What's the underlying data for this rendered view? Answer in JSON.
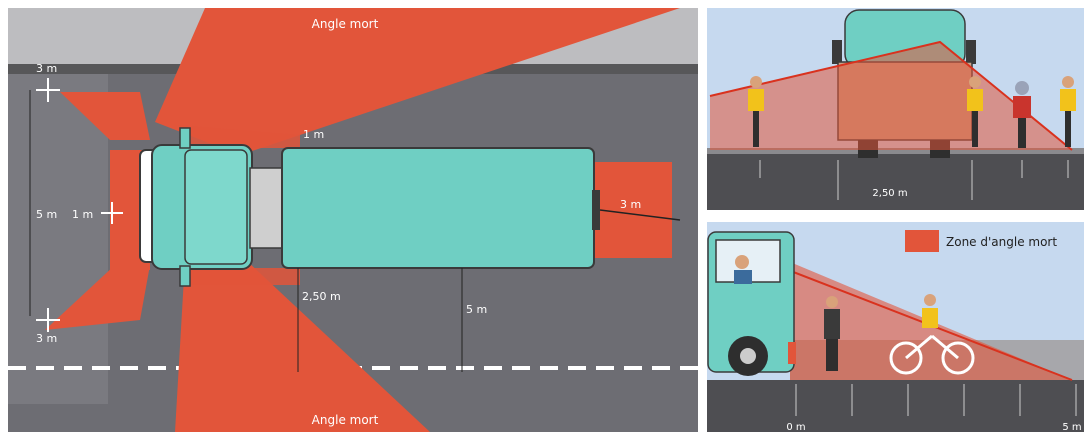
{
  "top_view": {
    "blind_top": "Angle mort",
    "blind_bottom": "Angle mort",
    "m_top_left": "3 m",
    "m_bottom_left": "3 m",
    "m_left_5": "5 m",
    "m_left_1": "1 m",
    "m_side_1": "1 m",
    "m_rear_3": "3 m",
    "m_250": "2,50 m",
    "m_5": "5 m"
  },
  "front_view": {
    "m_center": "2,50 m"
  },
  "side_view": {
    "legend": "Zone d'angle mort",
    "m_0": "0 m",
    "m_5": "5 m"
  },
  "colors": {
    "blind_zone": "#e2553a",
    "truck": "#6fcfc3",
    "road": "#6d6d73",
    "sky": "#c6d9ef"
  }
}
